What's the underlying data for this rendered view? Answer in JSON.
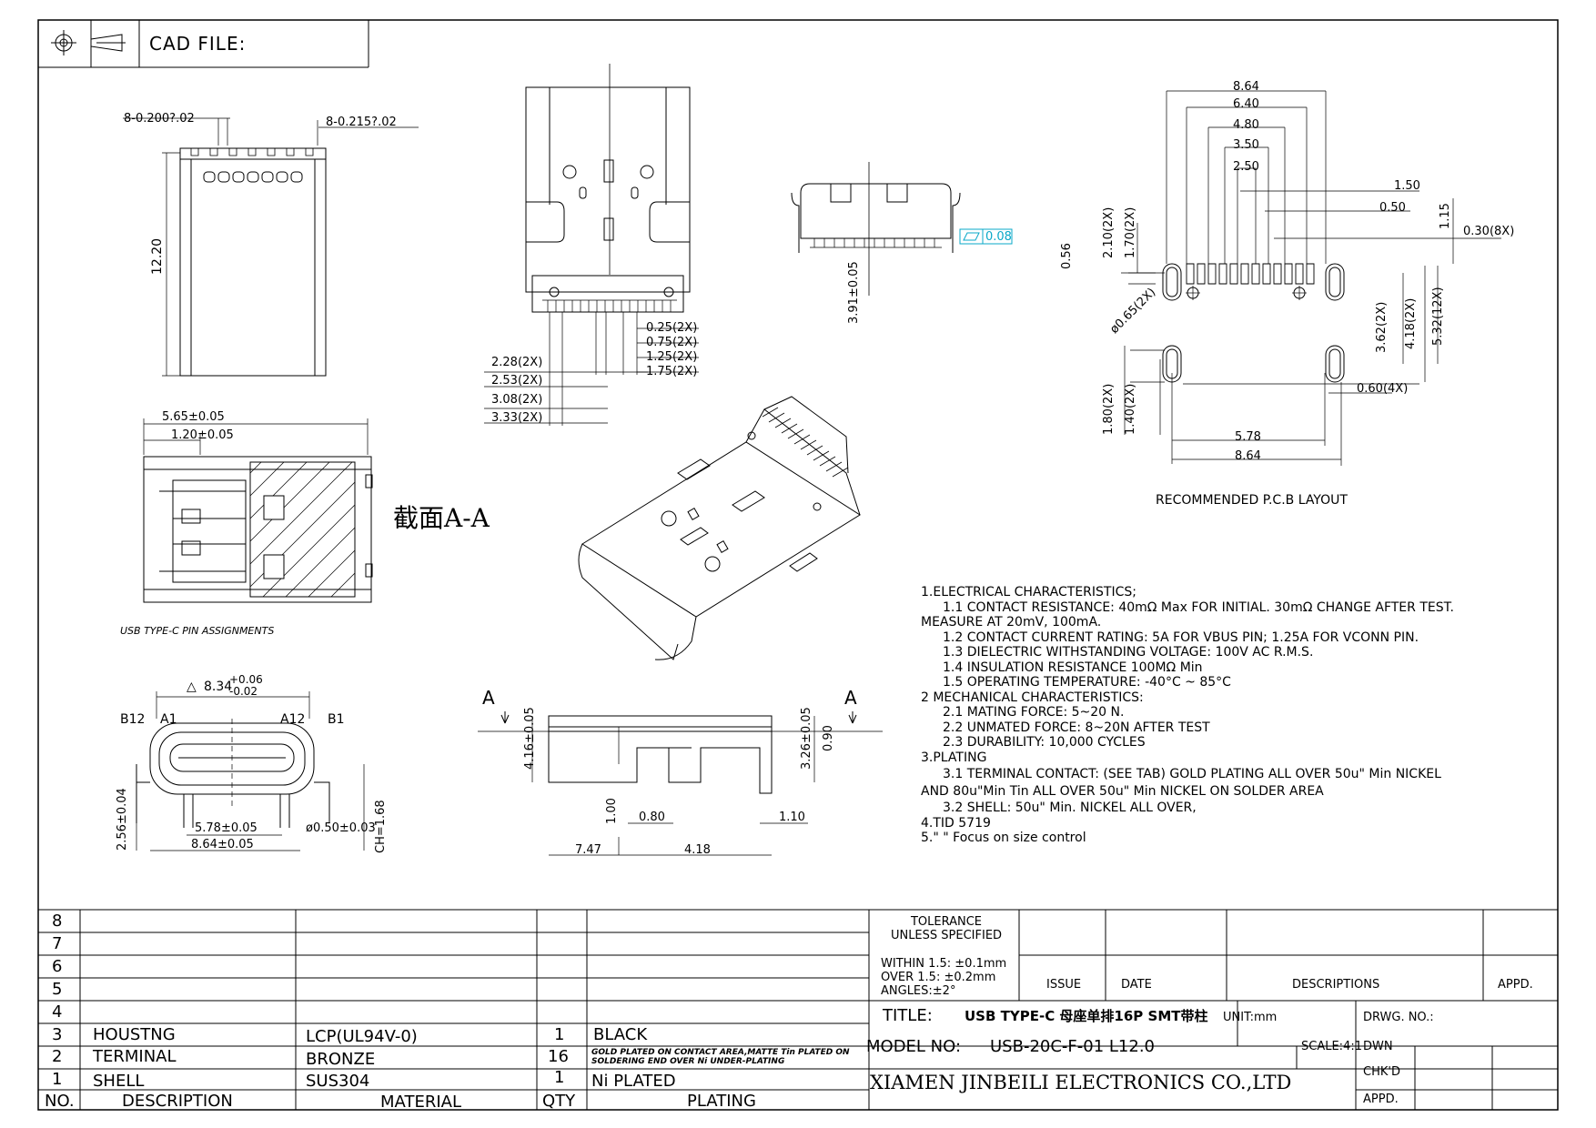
{
  "title_block": {
    "cad_file_label": "CAD FILE:",
    "tolerance_title": "TOLERANCE\nUNLESS SPECIFIED",
    "tolerance_within": "WITHIN 1.5: ±0.1mm",
    "tolerance_over": "OVER 1.5:  ±0.2mm",
    "tolerance_angles": "ANGLES:±2°",
    "issue_label": "ISSUE",
    "date_label": "DATE",
    "descriptions_label": "DESCRIPTIONS",
    "appd_label": "APPD.",
    "title_label": "TITLE:",
    "title_value": "USB TYPE-C 母座单排16P SMT带柱",
    "unit_label": "UNIT:mm",
    "drwg_no_label": "DRWG. NO.:",
    "model_no_label": "MODEL NO:",
    "model_no_value": "USB-20C-F-01 L12.0",
    "scale_label": "SCALE:4:1",
    "dwn_label": "DWN",
    "chkd_label": "CHK'D",
    "appd2_label": "APPD.",
    "company": "XIAMEN JINBEILI ELECTRONICS CO.,LTD"
  },
  "bom": {
    "row_numbers": [
      "8",
      "7",
      "6",
      "5",
      "4",
      "3",
      "2",
      "1"
    ],
    "rows": [
      {
        "no": "3",
        "description": "HOUSTNG",
        "material": "LCP(UL94V-0)",
        "qty": "1",
        "plating": "BLACK"
      },
      {
        "no": "2",
        "description": "TERMINAL",
        "material": "BRONZE",
        "qty": "16",
        "plating": "GOLD PLATED ON CONTACT AREA,MATTE Tin PLATED ON SOLDERING END OVER Ni UNDER-PLATING"
      },
      {
        "no": "1",
        "description": "SHELL",
        "material": "SUS304",
        "qty": "1",
        "plating": "Ni PLATED"
      }
    ],
    "header": {
      "no": "NO.",
      "description": "DESCRIPTION",
      "material": "MATERIAL",
      "qty": "QTY",
      "plating": "PLATING"
    }
  },
  "notes": [
    "1.ELECTRICAL CHARACTERISTICS;",
    "1.1 CONTACT RESISTANCE: 40mΩ Max FOR INITIAL. 30mΩ CHANGE AFTER TEST.",
    "MEASURE AT 20mV, 100mA.",
    "1.2 CONTACT CURRENT RATING: 5A FOR VBUS PIN; 1.25A FOR VCONN PIN.",
    "1.3 DIELECTRIC WITHSTANDING VOLTAGE: 100V AC R.M.S.",
    "1.4 INSULATION RESISTANCE 100MΩ Min",
    "1.5 OPERATING TEMPERATURE: -40°C ~ 85°C",
    "2 MECHANICAL CHARACTERISTICS:",
    "2.1 MATING FORCE: 5~20 N.",
    "2.2 UNMATED FORCE: 8~20N AFTER TEST",
    "2.3 DURABILITY: 10,000 CYCLES",
    "3.PLATING",
    "3.1 TERMINAL CONTACT: (SEE TAB) GOLD PLATING ALL OVER 50u\" Min NICKEL",
    "AND 80u\"Min Tin ALL OVER 50u\" Min NICKEL ON SOLDER AREA",
    "3.2 SHELL: 50u\" Min. NICKEL ALL OVER,",
    "4.TID 5719",
    "5.\"   \" Focus on size control"
  ],
  "views": {
    "top": {
      "dim_left": "8-0.200?.02",
      "dim_right": "8-0.215?.02",
      "length": "12.20"
    },
    "front": {
      "d1": "0.25(2X)",
      "d2": "0.75(2X)",
      "d3": "1.25(2X)",
      "d4": "1.75(2X)",
      "d5": "2.28(2X)",
      "d6": "2.53(2X)",
      "d7": "3.08(2X)",
      "d8": "3.33(2X)"
    },
    "side": {
      "height": "3.91±0.05",
      "flat": "0.08"
    },
    "section": {
      "w1": "5.65±0.05",
      "w2": "1.20±0.05",
      "caption": "USB TYPE-C PIN ASSIGNMENTS",
      "label": "截面A-A"
    },
    "end": {
      "width": "8.34",
      "tol_plus": "+0.06",
      "tol_minus": "-0.02",
      "b12": "B12",
      "a1": "A1",
      "a12": "A12",
      "b1": "B1",
      "h": "2.56±0.04",
      "p1": "5.78±0.05",
      "p2": "8.64±0.05",
      "pin": "ø0.50±0.03",
      "ch": "CH=1.68"
    },
    "elevation": {
      "a_left": "A",
      "a_right": "A",
      "h1": "4.16±0.05",
      "h2": "3.26±0.05",
      "h3": "0.90",
      "d1": "1.00",
      "d2": "0.80",
      "d3": "1.10",
      "l1": "7.47",
      "l2": "4.18"
    },
    "pcb": {
      "caption": "RECOMMENDED P.C.B LAYOUT",
      "top_dims": [
        "8.64",
        "6.40",
        "4.80",
        "3.50",
        "2.50"
      ],
      "right_dims": [
        "1.50",
        "0.50",
        "1.15",
        "0.30(8X)"
      ],
      "left_dims": [
        "0.56",
        "2.10(2X)",
        "1.70(2X)",
        "ø0.65(2X)",
        "1.80(2X)",
        "1.40(2X)"
      ],
      "vert_dims": [
        "3.62(2X)",
        "4.18(2X)",
        "5.32(12X)"
      ],
      "slot": "0.60(4X)",
      "bottom_dims": [
        "5.78",
        "8.64"
      ]
    }
  }
}
